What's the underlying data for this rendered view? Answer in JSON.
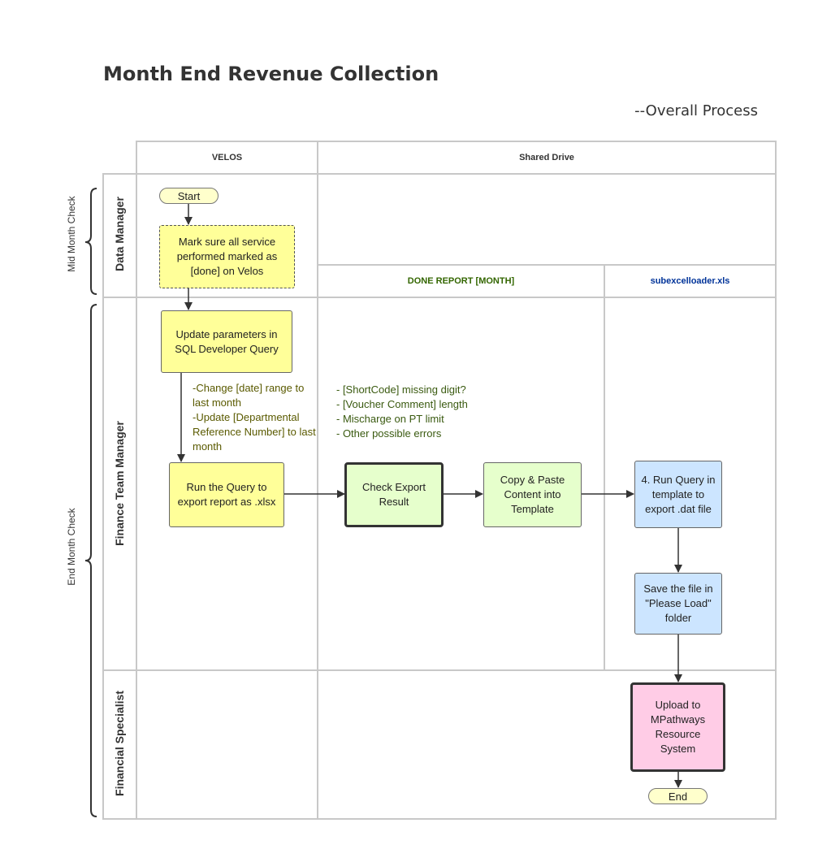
{
  "title": "Month End Revenue Collection",
  "subtitle": "--Overall Process",
  "columns": {
    "velos": "VELOS",
    "shared_drive": "Shared Drive",
    "done_report": "DONE REPORT [MONTH]",
    "subexcel": "subexcelloader.xls"
  },
  "lanes": {
    "data_manager": "Data Manager",
    "finance_team_manager": "Finance Team Manager",
    "financial_specialist": "Financial Specialist"
  },
  "phases": {
    "mid_month": "Mid Month Check",
    "end_month": "End Month Check"
  },
  "nodes": {
    "start": "Start",
    "mark_done": "Mark sure all service performed marked as [done] on Velos",
    "update_params": "Update parameters in SQL Developer Query",
    "run_query": "Run the Query to export report as .xlsx",
    "check_export": "Check Export Result",
    "copy_paste": "Copy & Paste Content into Template",
    "run_template": "4. Run Query in template to export .dat file",
    "save_file": "Save the file in \"Please Load\" folder",
    "upload": "Upload to MPathways Resource System",
    "end": "End"
  },
  "notes": {
    "param_changes": [
      "-Change [date] range to last month",
      "-Update [Departmental Reference Number] to last month"
    ],
    "check_list": [
      "- [ShortCode] missing digit?",
      "- [Voucher Comment] length",
      "- Mischarge on PT limit",
      "- Other possible errors"
    ]
  },
  "colors": {
    "yellow": "#ffff99",
    "green": "#e6ffcc",
    "blue": "#cce5ff",
    "pink": "#ffcce6",
    "pill": "#ffffcc",
    "done_report_text": "#336600",
    "subexcel_text": "#003399"
  }
}
